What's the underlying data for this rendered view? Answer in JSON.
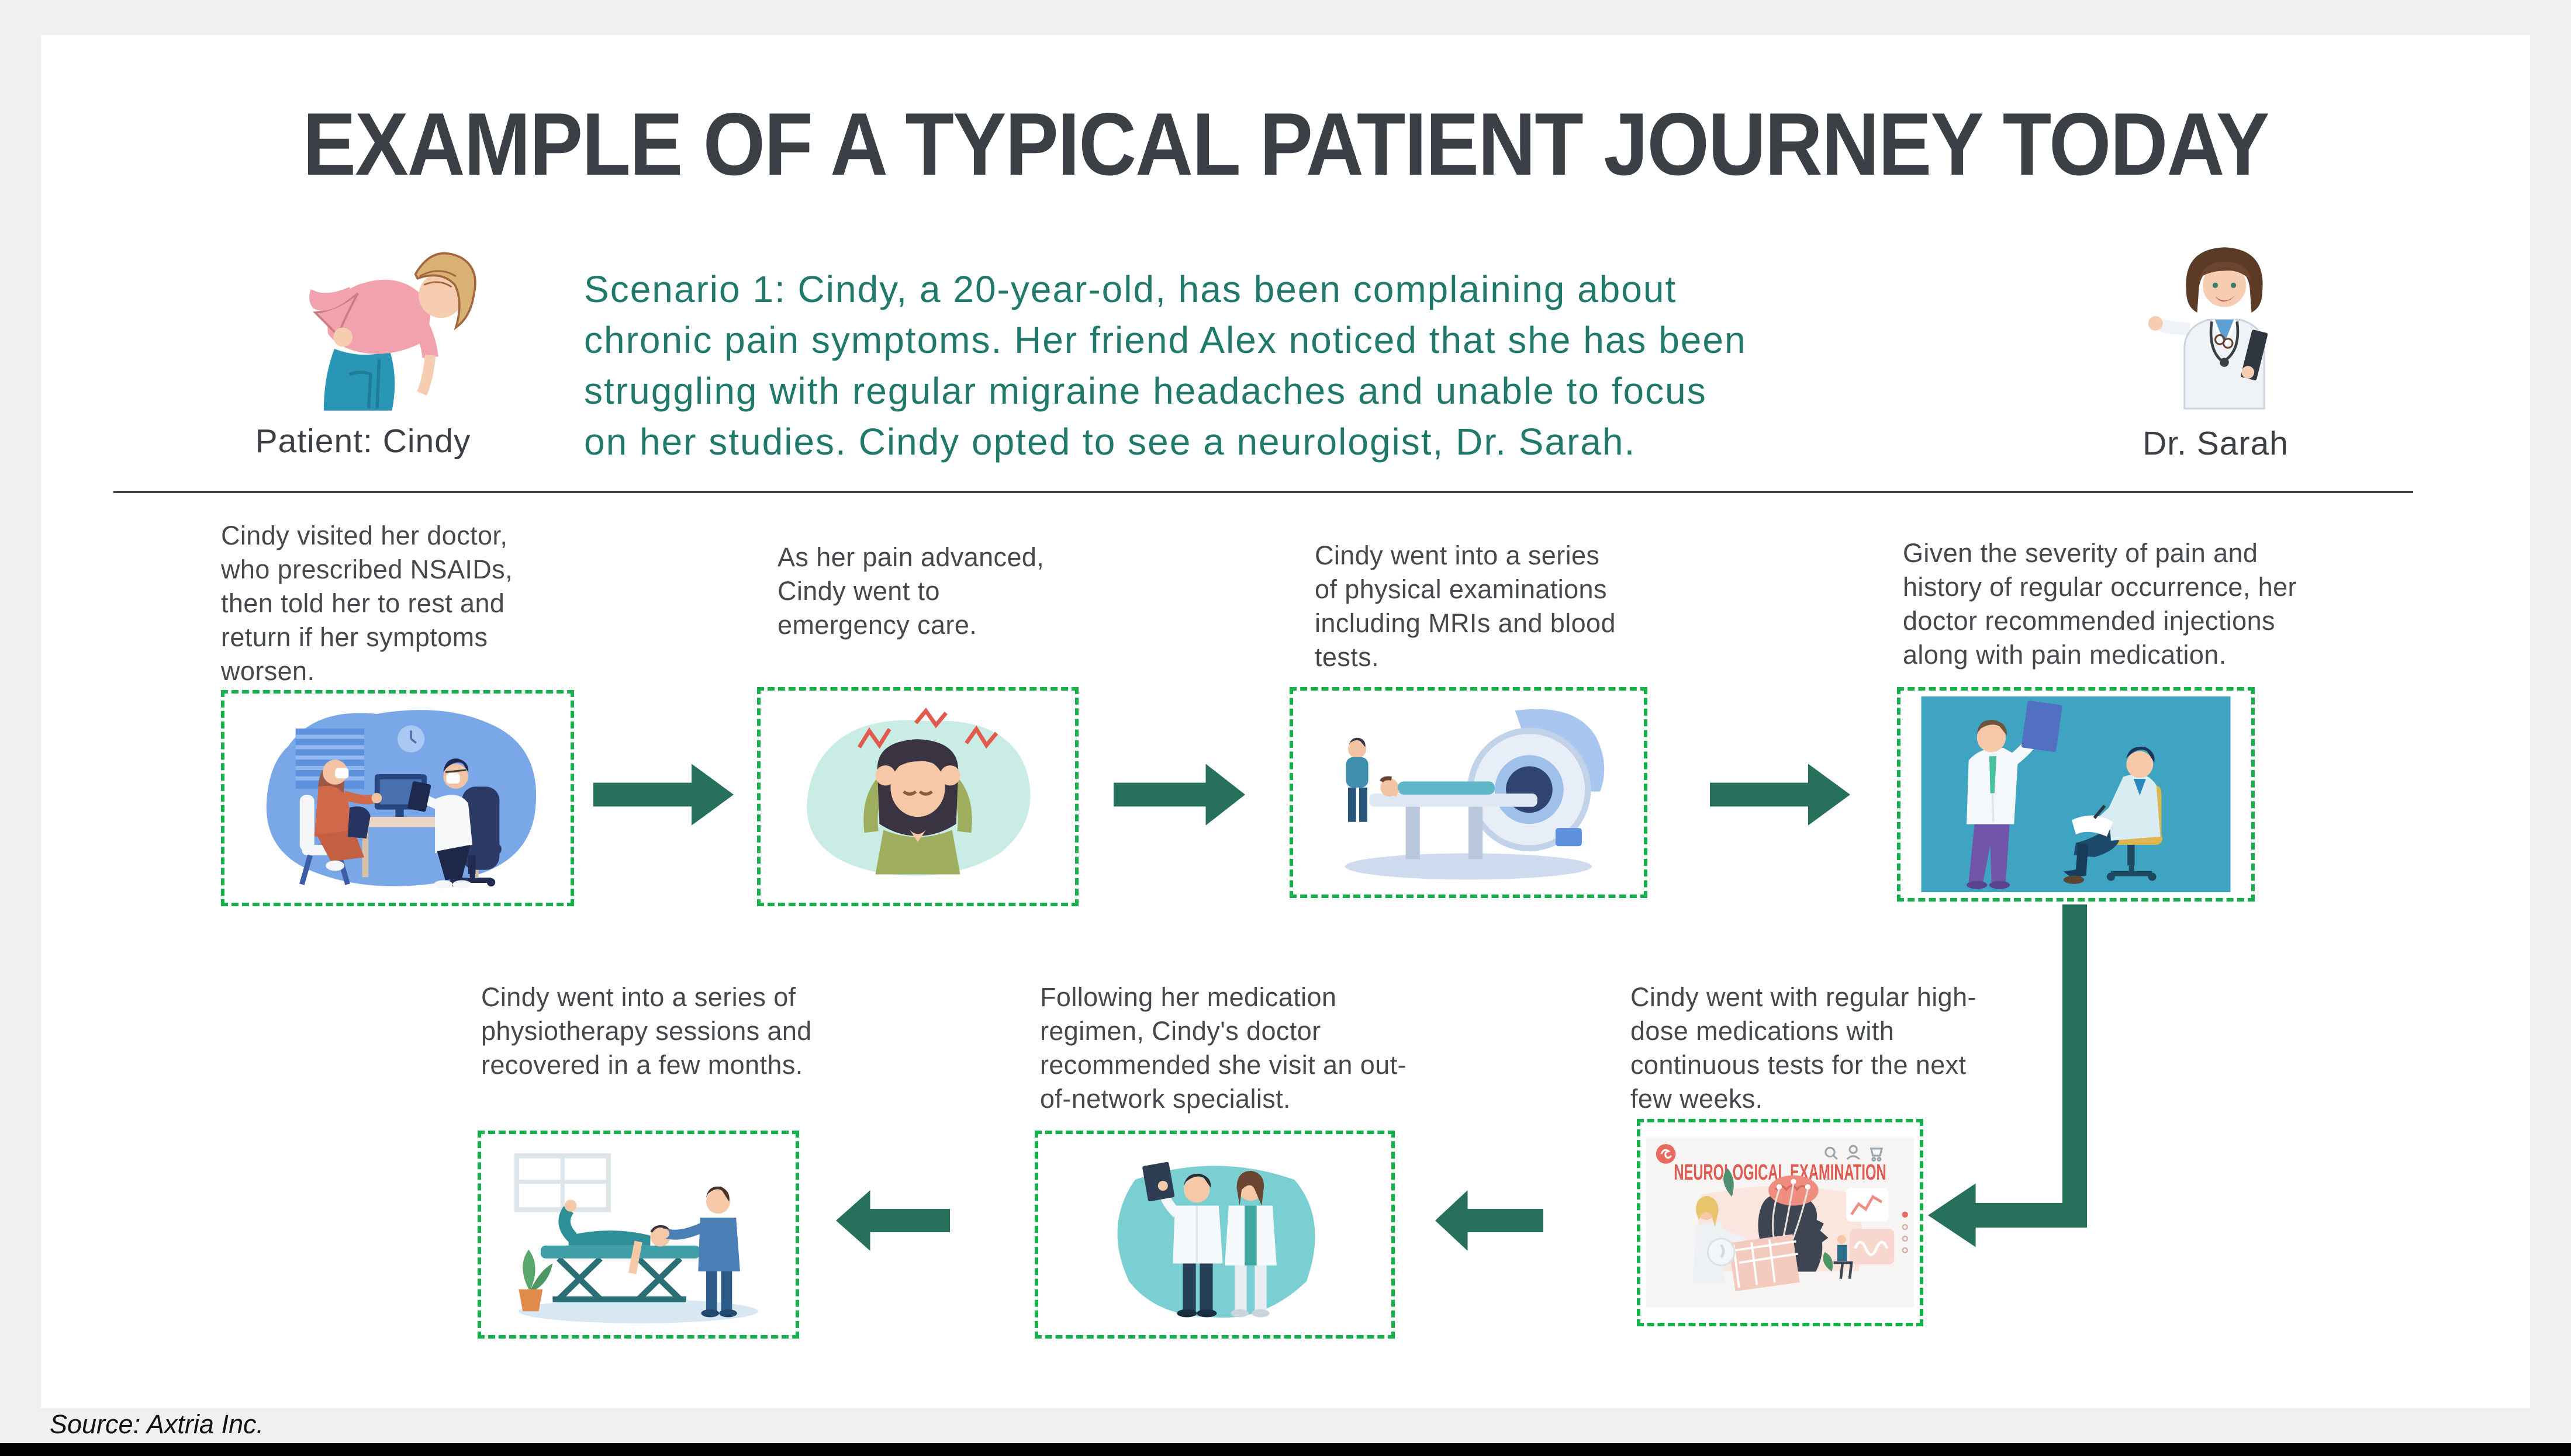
{
  "slide": {
    "title": "EXAMPLE OF A TYPICAL PATIENT JOURNEY TODAY",
    "source_note": "Source: Axtria Inc."
  },
  "scenario": {
    "patient_label": "Patient: Cindy",
    "doctor_label": "Dr. Sarah",
    "text": "Scenario 1: Cindy, a 20-year-old, has been complaining about\nchronic pain symptoms. Her friend Alex noticed that she has been\nstruggling with regular migraine headaches and unable to focus\non her studies. Cindy opted to see a neurologist, Dr. Sarah."
  },
  "journey_steps": [
    {
      "order": 1,
      "text": "Cindy visited her doctor,\nwho prescribed NSAIDs,\nthen told her to rest and\nreturn if her symptoms\nworsen.",
      "illustration": "patient-consulting-doctor"
    },
    {
      "order": 2,
      "text": "As her pain advanced,\nCindy went to\nemergency care.",
      "illustration": "woman-with-migraine"
    },
    {
      "order": 3,
      "text": "Cindy went into a series\nof physical examinations\nincluding MRIs and blood\ntests.",
      "illustration": "mri-scan"
    },
    {
      "order": 4,
      "text": "Given the severity of pain and\nhistory of regular occurrence, her\ndoctor recommended injections\nalong with pain medication.",
      "illustration": "doctors-reviewing-xray"
    },
    {
      "order": 5,
      "text": "Cindy went with regular high-\ndose medications with\ncontinuous tests for the next\nfew weeks.",
      "illustration": "neurological-examination-poster",
      "poster_title": "NEUROLOGICAL EXAMINATION"
    },
    {
      "order": 6,
      "text": "Following her medication\nregimen, Cindy's doctor\nrecommended she visit an out-\nof-network specialist.",
      "illustration": "out-of-network-specialists"
    },
    {
      "order": 7,
      "text": "Cindy went into a series of\nphysiotherapy sessions and\nrecovered in a few months.",
      "illustration": "physiotherapy-session"
    }
  ],
  "colors": {
    "dashed_border_green": "#14b14a",
    "arrow_teal": "#26705c",
    "scenario_text_green": "#20796a",
    "title_charcoal": "#3a4045",
    "body_text_gray": "#45494d",
    "poster_red": "#e25b50",
    "canvas_gray": "#eff0f2"
  }
}
